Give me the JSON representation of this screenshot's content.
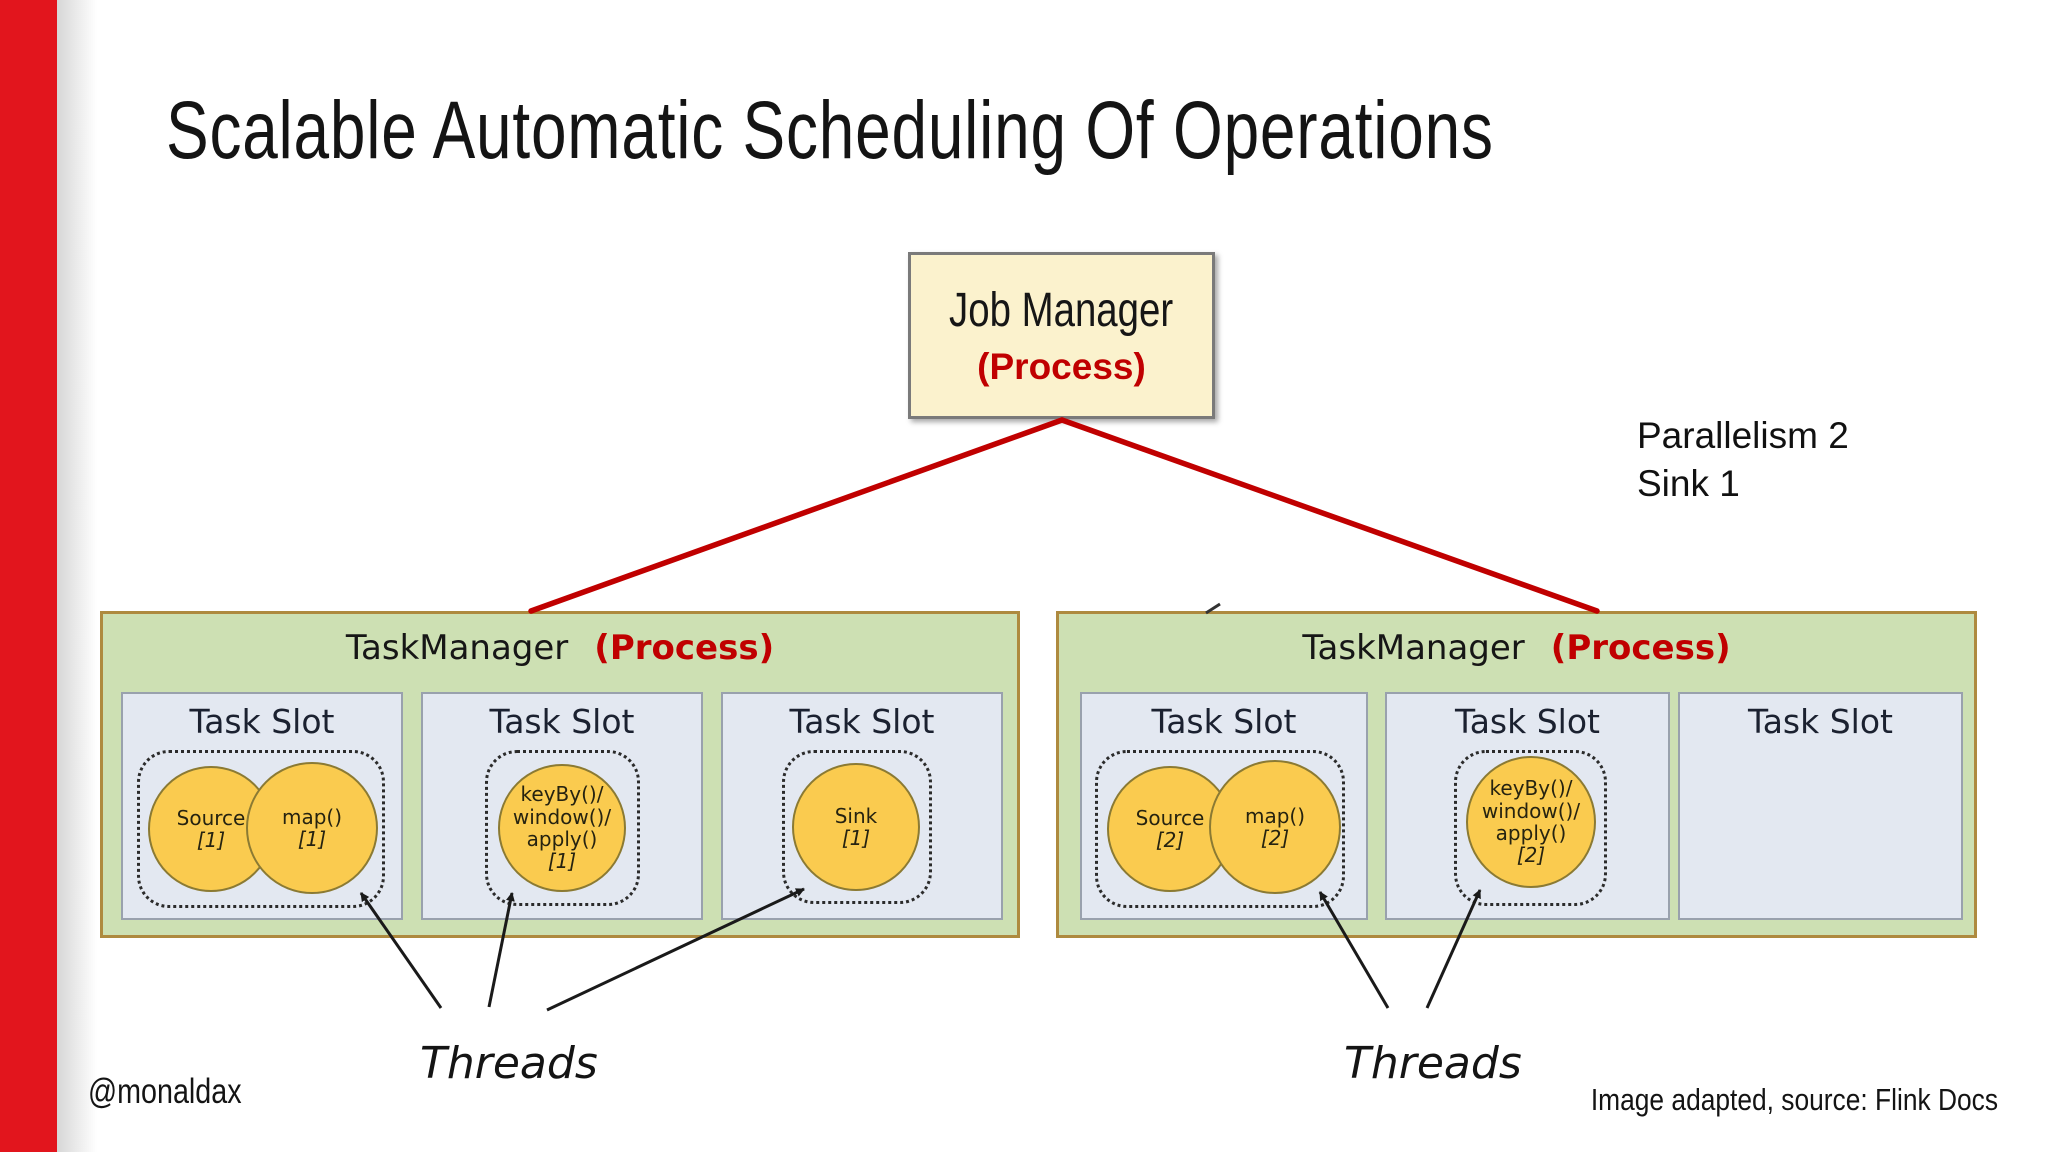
{
  "slide": {
    "title": "Scalable Automatic Scheduling Of Operations",
    "handle": "@monaldax",
    "credit": "Image adapted, source: Flink Docs",
    "annotation_line1": "Parallelism 2",
    "annotation_line2": "Sink 1"
  },
  "job_manager": {
    "title": "Job Manager",
    "subtitle": "(Process)"
  },
  "task_managers": [
    {
      "title": "TaskManager",
      "subtitle": "(Process)",
      "threads_label": "Threads",
      "slots": [
        {
          "label": "Task Slot",
          "tasks": [
            {
              "l1": "Source",
              "idx": "[1]"
            },
            {
              "l1": "map()",
              "idx": "[1]"
            }
          ]
        },
        {
          "label": "Task Slot",
          "tasks": [
            {
              "l1": "keyBy()/",
              "l2": "window()/",
              "l3": "apply()",
              "idx": "[1]"
            }
          ]
        },
        {
          "label": "Task Slot",
          "tasks": [
            {
              "l1": "Sink",
              "idx": "[1]"
            }
          ]
        }
      ]
    },
    {
      "title": "TaskManager",
      "subtitle": "(Process)",
      "threads_label": "Threads",
      "slots": [
        {
          "label": "Task Slot",
          "tasks": [
            {
              "l1": "Source",
              "idx": "[2]"
            },
            {
              "l1": "map()",
              "idx": "[2]"
            }
          ]
        },
        {
          "label": "Task Slot",
          "tasks": [
            {
              "l1": "keyBy()/",
              "l2": "window()/",
              "l3": "apply()",
              "idx": "[2]"
            }
          ]
        },
        {
          "label": "Task Slot",
          "tasks": []
        }
      ]
    }
  ],
  "colors": {
    "sidebar_red": "#E2151D",
    "process_red": "#C00000",
    "connector_red": "#C00000",
    "taskmanager_green": "#CDE0B3",
    "taskmanager_border": "#AE8A3F",
    "slot_blue": "#E3E8F1",
    "task_yellow": "#FACB4F",
    "jobmanager_cream": "#FBF2CD",
    "arrow_black": "#1A1A1A"
  }
}
